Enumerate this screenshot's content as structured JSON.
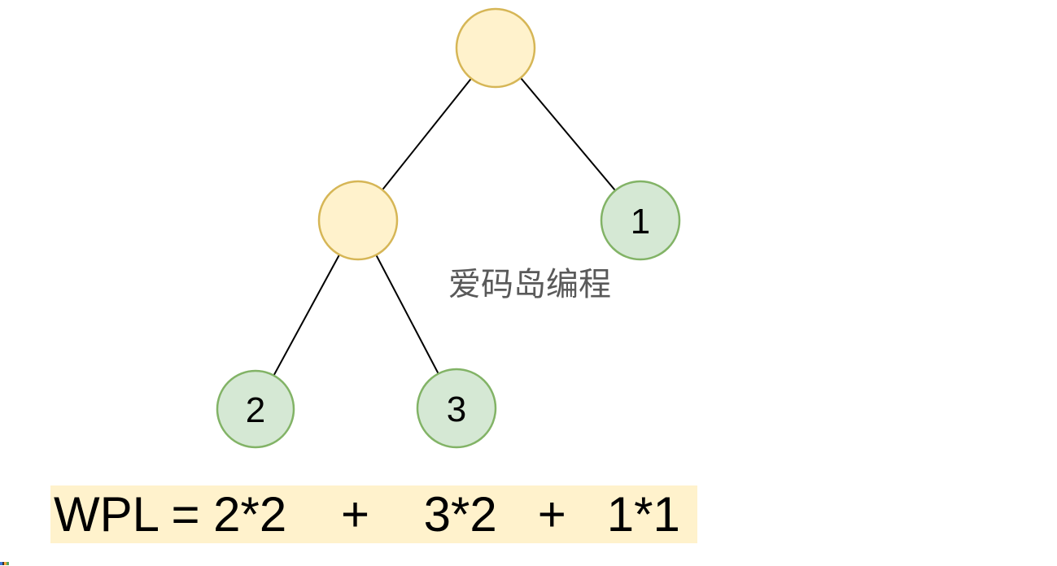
{
  "diagram": {
    "watermark": "爱码岛编程",
    "nodes": [
      {
        "name": "root",
        "type": "internal",
        "label": ""
      },
      {
        "name": "internal-left",
        "type": "internal",
        "label": ""
      },
      {
        "name": "leaf-right",
        "type": "leaf",
        "label": "1"
      },
      {
        "name": "leaf-bottom-left",
        "type": "leaf",
        "label": "2"
      },
      {
        "name": "leaf-bottom-middle",
        "type": "leaf",
        "label": "3"
      }
    ],
    "colors": {
      "internal_fill": "#fff2cc",
      "internal_border": "#d6b656",
      "leaf_fill": "#d5e8d4",
      "leaf_border": "#82b366",
      "edge": "#000000",
      "watermark_text": "#595959",
      "formula_background": "#fff2cc",
      "formula_text": "#000000"
    }
  },
  "formula": {
    "text": "WPL = 2*2    +    3*2   +   1*1"
  }
}
